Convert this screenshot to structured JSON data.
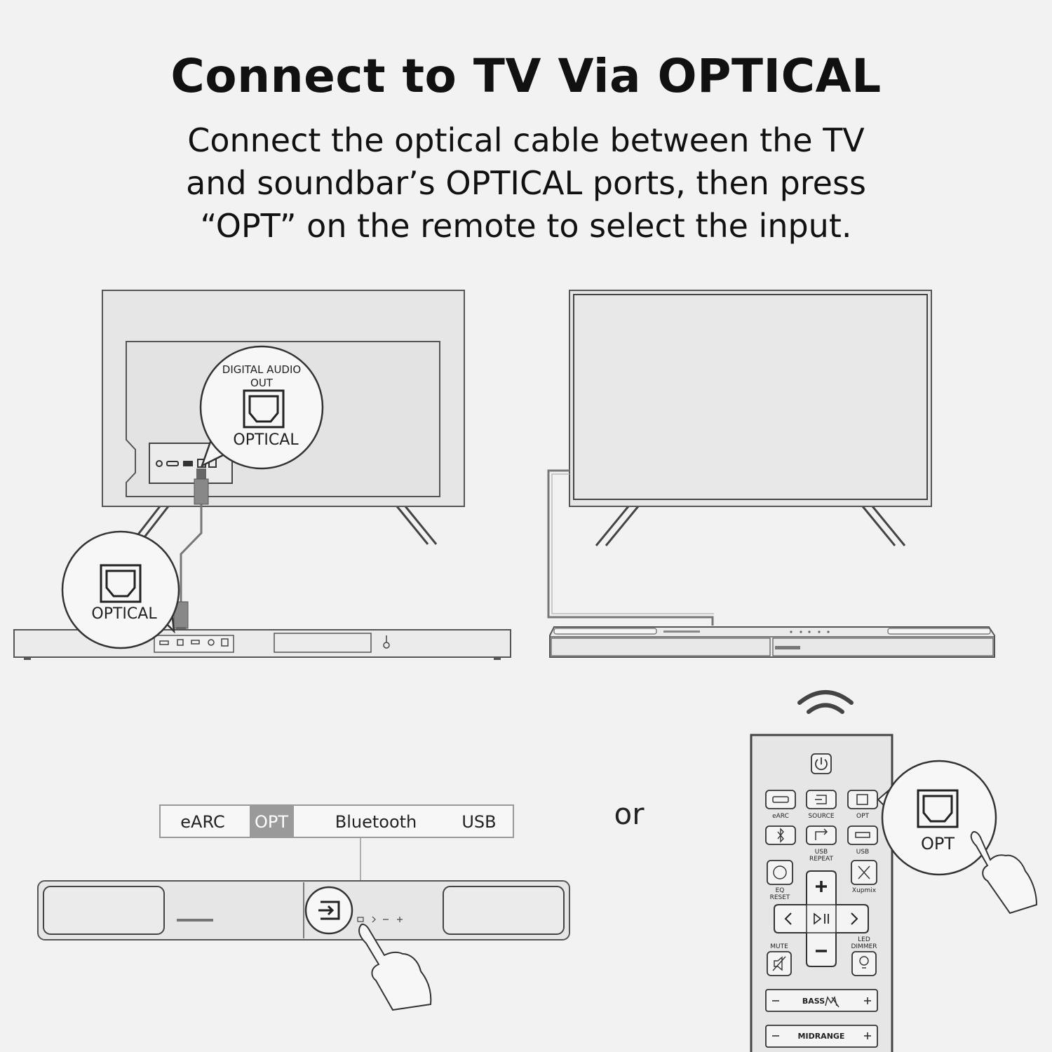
{
  "header": {
    "title": "Connect to TV Via OPTICAL",
    "subtitle_lines": [
      "Connect the optical cable between the TV",
      "and soundbar’s OPTICAL ports, then press",
      "“OPT” on the remote to select the input."
    ]
  },
  "tv_back": {
    "callout_line1": "DIGITAL AUDIO",
    "callout_line2": "OUT",
    "callout_label": "OPTICAL"
  },
  "soundbar_back": {
    "callout_label": "OPTICAL"
  },
  "input_selector": {
    "items": [
      "eARC",
      "OPT",
      "Bluetooth",
      "USB"
    ],
    "active": "OPT",
    "active_color": "#9a9a9a"
  },
  "or_text": "or",
  "remote": {
    "buttons": {
      "earc": "eARC",
      "source": "SOURCE",
      "opt": "OPT",
      "usb_repeat_1": "USB",
      "usb_repeat_2": "REPEAT",
      "usb": "USB",
      "eq_1": "EQ",
      "eq_2": "RESET",
      "xupmix": "Xupmix",
      "mute": "MUTE",
      "led_1": "LED",
      "led_2": "DIMMER",
      "bass": "BASS",
      "midrange": "MIDRANGE"
    },
    "callout_label": "OPT"
  }
}
